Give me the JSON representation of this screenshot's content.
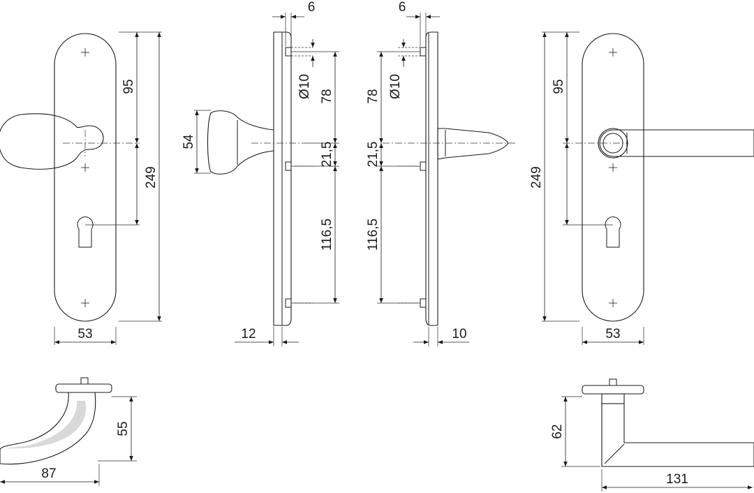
{
  "dimensions": {
    "knob_plate_width": "53",
    "knob_upper_height": "95",
    "knob_total_height": "249",
    "knob_side_height": "54",
    "knob_plate_thickness": "12",
    "knob_pin_offset": "6",
    "knob_hole_diameter": "Ø10",
    "knob_top_spacing": "78",
    "knob_mid_spacing": "21,5",
    "knob_lower_spacing": "116,5",
    "lever_pin_offset": "6",
    "lever_hole_diameter": "Ø10",
    "lever_top_spacing": "78",
    "lever_mid_spacing": "21,5",
    "lever_lower_spacing": "116,5",
    "lever_plate_thickness": "10",
    "lever_upper_height": "95",
    "lever_total_height": "249",
    "lever_plate_width": "53",
    "knob_projection": "55",
    "knob_length": "87",
    "lever_projection": "62",
    "lever_length": "131"
  }
}
